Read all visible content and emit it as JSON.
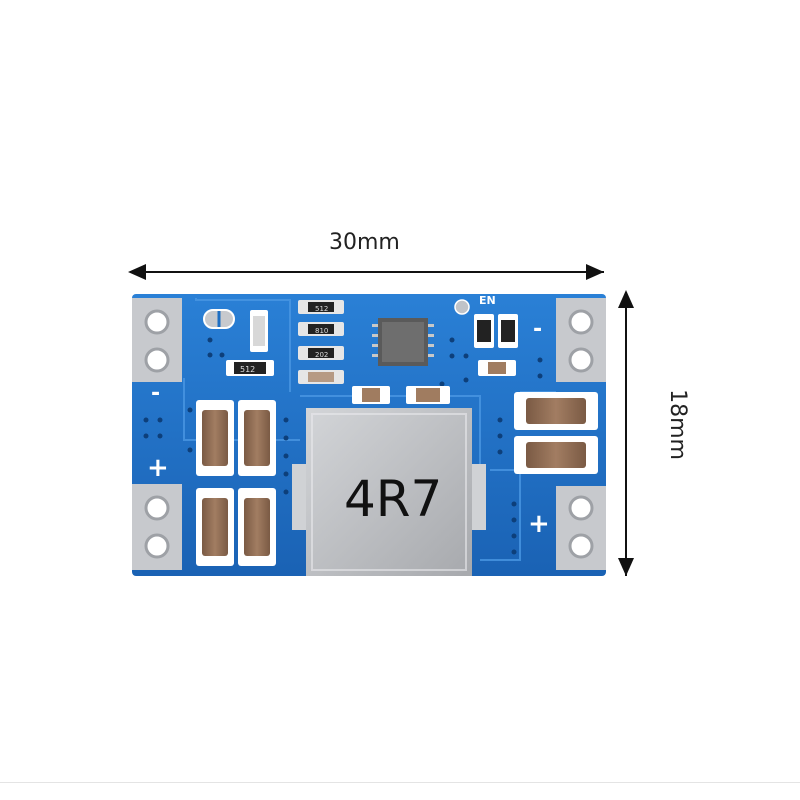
{
  "dimensions": {
    "width_label": "30mm",
    "height_label": "18mm"
  },
  "board": {
    "inductor_marking": "4R7",
    "silkscreen": {
      "en_label": "EN",
      "plus_label": "+",
      "minus_label": "-",
      "res_label_1": "512",
      "res_label_2": "810",
      "res_label_3": "202",
      "res_label_4": "512"
    },
    "colors": {
      "pcb": "#1e6fc4",
      "pad": "#b9bcc2",
      "inductor": "#b7b9bd",
      "capacitor": "#8a6a52"
    }
  }
}
